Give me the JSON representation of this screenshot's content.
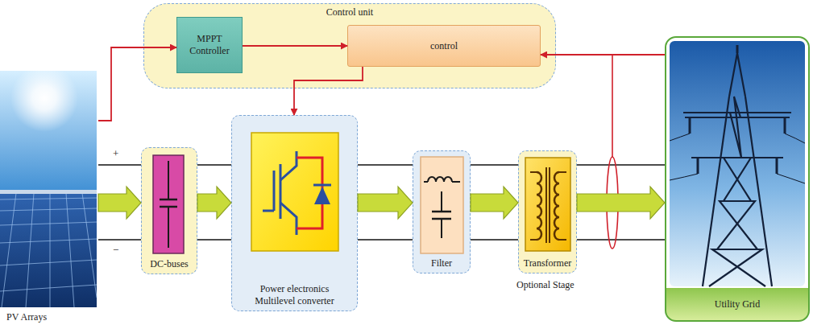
{
  "diagram": {
    "nodes": [
      {
        "text": [
          "Control unit"
        ]
      },
      {
        "text": [
          "MPPT Controller"
        ],
        "in": 0
      },
      {
        "text": [
          "control"
        ],
        "in": 0
      },
      {
        "text": [
          "PV Arrays"
        ]
      },
      {
        "text": [
          "DC-buses"
        ]
      },
      {
        "text": [
          "Power electronics Multilevel converter"
        ]
      },
      {
        "text": [
          "Filter"
        ]
      },
      {
        "text": [
          "Transformer"
        ]
      },
      {
        "text": [
          "Utility Grid"
        ]
      }
    ],
    "edges": [
      {
        "from": 3,
        "to": 1,
        "arrow": "to"
      },
      {
        "from": 1,
        "to": 2,
        "arrow": "to"
      },
      {
        "from": 2,
        "to": 5,
        "arrow": "to"
      },
      {
        "from": 8,
        "to": 2,
        "arrow": "to"
      },
      {
        "from": 3,
        "to": 4,
        "arrow": "to"
      },
      {
        "from": 4,
        "to": 5,
        "arrow": "to"
      },
      {
        "from": 5,
        "to": 6,
        "arrow": "to"
      },
      {
        "from": 6,
        "to": 7,
        "arrow": "to"
      },
      {
        "from": 7,
        "to": 8,
        "arrow": "to"
      }
    ],
    "labels": [
      "+",
      "−",
      "Optional Stage"
    ]
  }
}
